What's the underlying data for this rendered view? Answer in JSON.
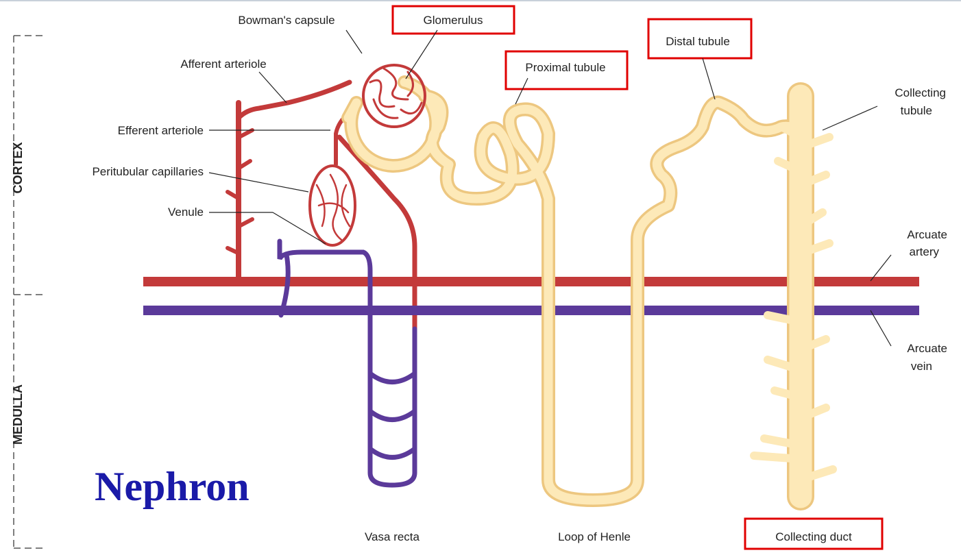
{
  "title": "Nephron",
  "regions": {
    "cortex": "CORTEX",
    "medulla": "MEDULLA"
  },
  "labels": {
    "bowmans_capsule": "Bowman's capsule",
    "glomerulus": "Glomerulus",
    "afferent_arteriole": "Afferent arteriole",
    "efferent_arteriole": "Efferent arteriole",
    "peritubular_capillaries": "Peritubular capillaries",
    "venule": "Venule",
    "proximal_tubule": "Proximal tubule",
    "distal_tubule": "Distal tubule",
    "collecting_tubule_line1": "Collecting",
    "collecting_tubule_line2": "tubule",
    "arcuate_artery_line1": "Arcuate",
    "arcuate_artery_line2": "artery",
    "arcuate_vein_line1": "Arcuate",
    "arcuate_vein_line2": "vein",
    "vasa_recta": "Vasa recta",
    "loop_of_henle": "Loop of Henle",
    "collecting_duct": "Collecting duct"
  },
  "highlighted": [
    "Glomerulus",
    "Proximal tubule",
    "Distal tubule",
    "Collecting duct"
  ],
  "colors": {
    "artery": "#c33a3a",
    "vein": "#5b3a9a",
    "tubule_fill": "#fde9b8",
    "tubule_outline": "#edc780",
    "highlight": "#e00000",
    "title": "#1a1aa8"
  }
}
